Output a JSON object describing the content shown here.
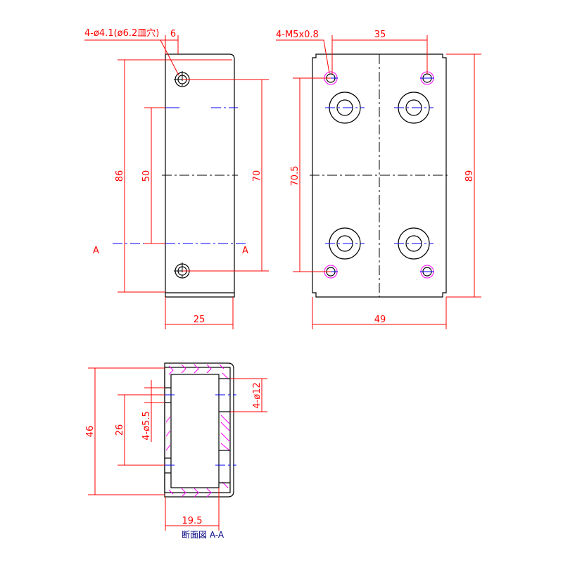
{
  "front_view": {
    "hole_note": "4-ø4.1(ø6.2皿穴)",
    "dim_edge_offset": "6",
    "dim_height": "86",
    "dim_center_spacing": "50",
    "dim_hole_spacing": "70",
    "dim_width": "25",
    "section_mark_left": "A",
    "section_mark_right": "A"
  },
  "side_view": {
    "thread_note": "4-M5x0.8",
    "dim_hole_spacing_h": "35",
    "dim_hole_spacing_v": "70.5",
    "dim_height": "89",
    "dim_width": "49"
  },
  "section_view": {
    "dim_height": "46",
    "dim_hole_spacing": "26",
    "small_hole_note": "4-ø5.5",
    "large_hole_note": "4-ø12",
    "dim_width": "19.5",
    "label": "断面図 A-A"
  },
  "colors": {
    "outline": "#000000",
    "dimension": "#ff0000",
    "centerline": "#0000ff",
    "hatch": "#ff00ff"
  }
}
